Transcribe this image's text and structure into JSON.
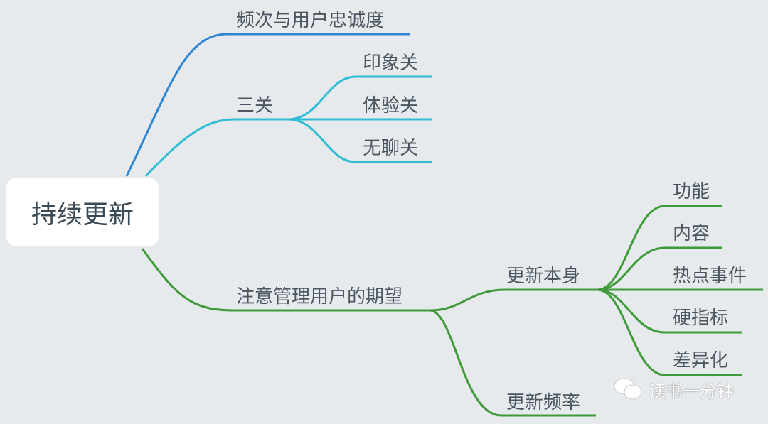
{
  "root": {
    "label": "持续更新"
  },
  "branches": [
    {
      "label": "频次与用户忠诚度",
      "color": "#2c86d4",
      "children": []
    },
    {
      "label": "三关",
      "color": "#2fbcd4",
      "children": [
        {
          "label": "印象关"
        },
        {
          "label": "体验关"
        },
        {
          "label": "无聊关"
        }
      ]
    },
    {
      "label": "注意管理用户的期望",
      "color": "#3f9a3a",
      "children": [
        {
          "label": "更新本身",
          "children": [
            {
              "label": "功能"
            },
            {
              "label": "内容"
            },
            {
              "label": "热点事件"
            },
            {
              "label": "硬指标"
            },
            {
              "label": "差异化"
            }
          ]
        },
        {
          "label": "更新频率"
        }
      ]
    }
  ],
  "watermark": {
    "icon": "wechat-icon",
    "text": "读书一分钟"
  }
}
